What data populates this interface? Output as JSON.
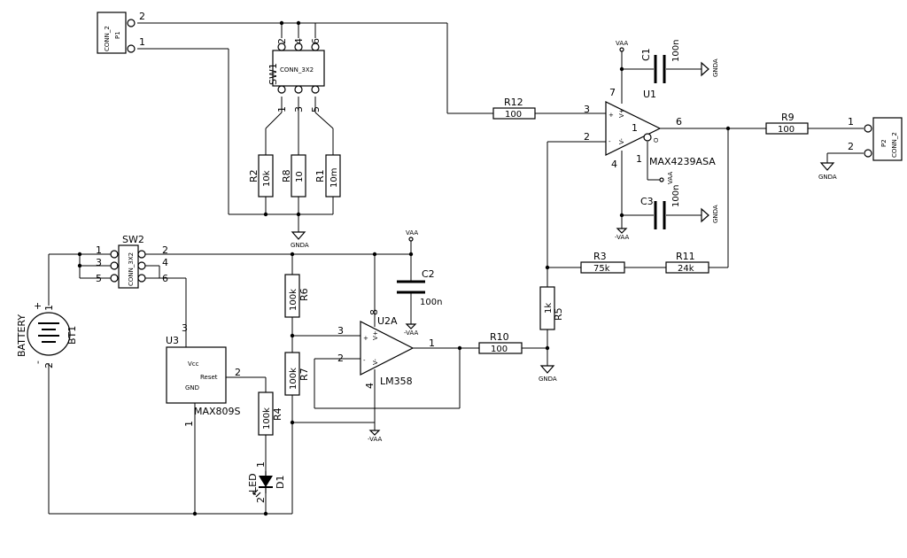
{
  "components": {
    "p1": {
      "ref": "P1",
      "value": "CONN_2",
      "pins": [
        "2",
        "1"
      ]
    },
    "p2": {
      "ref": "P2",
      "value": "CONN_2",
      "pins": [
        "1",
        "2"
      ]
    },
    "sw1": {
      "ref": "SW1",
      "value": "CONN_3X2",
      "pins": [
        "2",
        "4",
        "6",
        "1",
        "3",
        "5"
      ]
    },
    "sw2": {
      "ref": "SW2",
      "value": "CONN_3X2",
      "pins": [
        "1",
        "2",
        "3",
        "4",
        "5",
        "6"
      ]
    },
    "r1": {
      "ref": "R1",
      "value": "10m"
    },
    "r2": {
      "ref": "R2",
      "value": "10k"
    },
    "r3": {
      "ref": "R3",
      "value": "75k"
    },
    "r4": {
      "ref": "R4",
      "value": "100k"
    },
    "r5": {
      "ref": "R5",
      "value": "1k"
    },
    "r6": {
      "ref": "R6",
      "value": "100k"
    },
    "r7": {
      "ref": "R7",
      "value": "100k"
    },
    "r8": {
      "ref": "R8",
      "value": "10"
    },
    "r9": {
      "ref": "R9",
      "value": "100"
    },
    "r10": {
      "ref": "R10",
      "value": "100"
    },
    "r11": {
      "ref": "R11",
      "value": "24k"
    },
    "r12": {
      "ref": "R12",
      "value": "100"
    },
    "c1": {
      "ref": "C1",
      "value": "100n"
    },
    "c2": {
      "ref": "C2",
      "value": "100n"
    },
    "c3": {
      "ref": "C3",
      "value": "100n"
    },
    "u1": {
      "ref": "U1",
      "value": "MAX4239ASA",
      "pins": [
        "7",
        "3",
        "2",
        "4",
        "1",
        "6"
      ],
      "vplus": "V+",
      "vminus": "V-",
      "plus": "+",
      "minus": "-",
      "out": "O"
    },
    "u2a": {
      "ref": "U2A",
      "value": "LM358",
      "pins": [
        "8",
        "3",
        "2",
        "4",
        "1"
      ],
      "vplus": "V+",
      "vminus": "V-",
      "plus": "+",
      "minus": "-"
    },
    "u3": {
      "ref": "U3",
      "value": "MAX809S",
      "pins": [
        "3",
        "2",
        "1"
      ],
      "vcc": "Vcc",
      "gnd": "GND",
      "reset": "Reset"
    },
    "bt1": {
      "ref": "BT1",
      "value": "BATTERY",
      "pins": [
        "1",
        "2"
      ],
      "plus": "+",
      "minus": "-"
    },
    "d1": {
      "ref": "D1",
      "value": "LED",
      "pins": [
        "1",
        "2"
      ]
    }
  },
  "power": {
    "gnda": "GNDA",
    "vaa": "VAA",
    "neg_vaa": "-VAA"
  }
}
